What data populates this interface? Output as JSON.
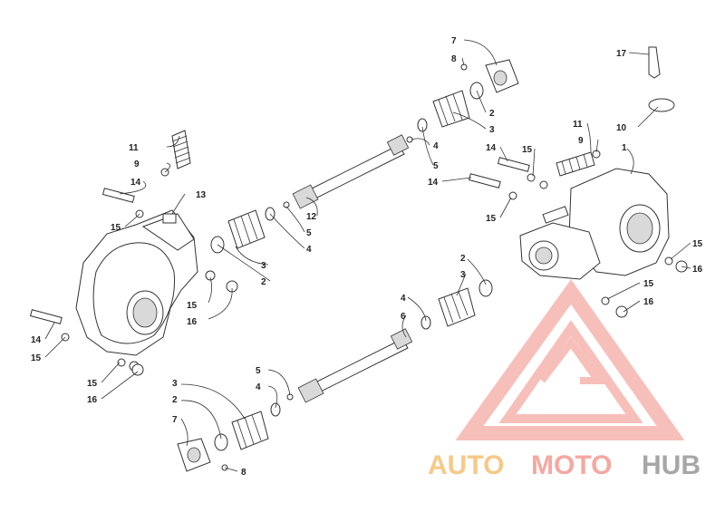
{
  "diagram": {
    "callouts": [
      "1",
      "2",
      "3",
      "4",
      "5",
      "6",
      "7",
      "8",
      "9",
      "10",
      "11",
      "12",
      "13",
      "14",
      "15",
      "16",
      "17"
    ]
  },
  "watermark": {
    "text_part1": "AUTO",
    "text_part2": "MOTO",
    "text_part3": "HUB",
    "colors": {
      "auto": "#f4b860",
      "moto": "#f28b82",
      "hub": "#8a8a8a",
      "logo": "#f28b82"
    }
  }
}
